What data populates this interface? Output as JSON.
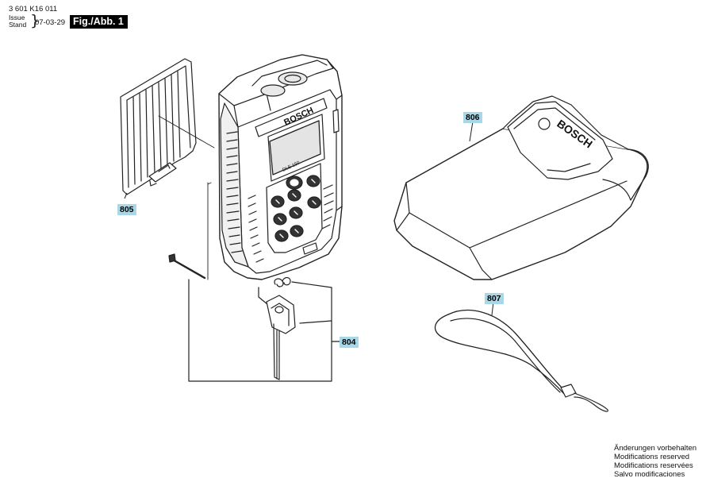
{
  "header": {
    "doc_number": "3 601 K16 011",
    "issue_label_line1": "Issue",
    "issue_label_line2": "Stand",
    "issue_date": "07-03-29",
    "figure_tag": "Fig./Abb. 1"
  },
  "callouts": {
    "battery_cover": "805",
    "carry_case": "806",
    "wrist_strap": "807",
    "pin_assembly": "804"
  },
  "device": {
    "brand": "BOSCH",
    "model": "DLE 150"
  },
  "case_brand": "BOSCH",
  "disclaimer": [
    "Änderungen vorbehalten",
    "Modifications reserved",
    "Modifications reservées",
    "Salvo modificaciones"
  ]
}
